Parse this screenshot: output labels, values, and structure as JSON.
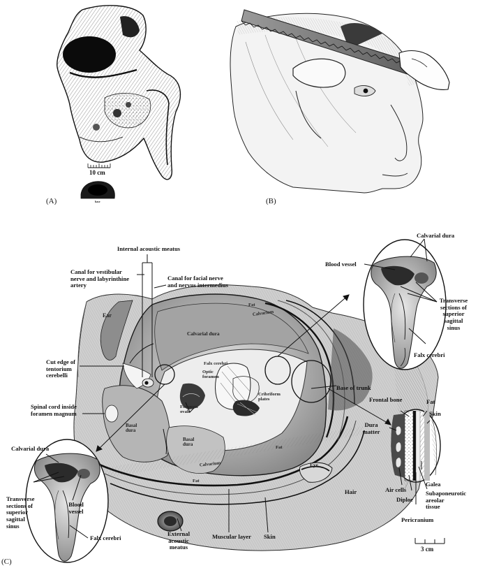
{
  "panels": {
    "a": "(A)",
    "b": "(B)",
    "c": "(C)"
  },
  "scales": {
    "a_scale": "10 cm",
    "c_scale": "3 cm"
  },
  "labels": {
    "internal_acoustic_meatus": "Internal acoustic meatus",
    "canal_vestibular": "Canal for vestibular\nnerve and labyrinthine\nartery",
    "canal_facial": "Canal for facial nerve\nand nervus intermedius",
    "cut_edge_tentorium": "Cut edge of\ntentorium\ncerebelli",
    "spinal_cord": "Spinal cord inside\nforamen magnum",
    "calvarial_dura_left": "Calvarial dura",
    "transverse_sections_left": "Transverse\nsections of\nsuperior\nsagittal\nsinus",
    "blood_vessel_left": "Blood\nvessel",
    "falx_cerebri_left": "Falx cerebri",
    "external_acoustic_meatus": "External\nacoustic\nmeatus",
    "muscular_layer": "Muscular layer",
    "skin_bottom": "Skin",
    "hair": "Hair",
    "calvarial_dura_right": "Calvarial dura",
    "blood_vessel_right": "Blood vessel",
    "transverse_sections_right": "Transverse\nsections of\nsuperior\nsagittal\nsinus",
    "falx_cerebri_right": "Falx cerebri",
    "base_of_trunk": "Base of trunk",
    "frontal_bone": "Frontal bone",
    "fat_right": "Fat",
    "skin_right": "Skin",
    "dura_matter": "Dura\nmatter",
    "air_cells": "Air cells",
    "diploe": "Diploe",
    "galea": "Galea",
    "subaponeurotic": "Subaponeurotic\nareolar\ntissue",
    "pericranium": "Pericranium"
  },
  "inner_labels": {
    "ear": "Ear",
    "fat_top": "Fat",
    "calvarium_top": "Calvarium",
    "calvarial_dura_center": "Calvarial dura",
    "falx_cerebri_center": "Falx cerebri",
    "optic_foramen": "Optic\nforamen",
    "cribriform_plates": "Cribriform\nplates",
    "foramen_ovale": "Foramen\novale",
    "basal_dura_1": "Basal\ndura",
    "basal_dura_2": "Basal\ndura",
    "fat_mid": "Fat",
    "calvarium_bottom": "Calvarium",
    "fat_bottom": "Fat",
    "eye": "Eye",
    "small_skull": "base"
  },
  "colors": {
    "ink": "#111111",
    "paper": "#ffffff",
    "tissue": "#c9c9c9",
    "dark": "#2a2a2a"
  }
}
